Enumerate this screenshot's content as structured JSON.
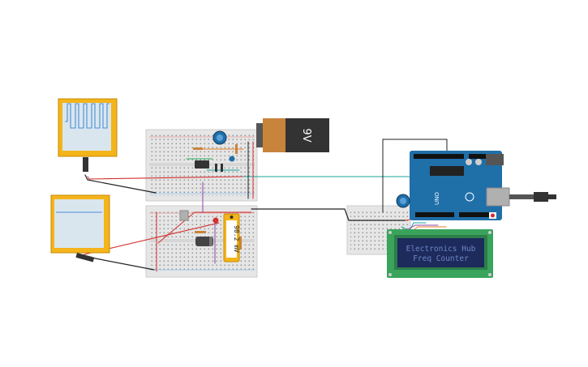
{
  "battery": {
    "label": "9V"
  },
  "multimeter": {
    "reading": "90.2 mV"
  },
  "arduino": {
    "brand": "UNO"
  },
  "lcd": {
    "line1": "Electronics Hub",
    "line2": "Freq Counter"
  },
  "colors": {
    "breadboard": "#e6e6e6",
    "scope_frame": "#f4b41a",
    "scope_screen": "#d9e6ee",
    "scope_trace": "#4a90d9",
    "arduino_board": "#1f6fa8",
    "lcd_board": "#3aa35c",
    "lcd_screen": "#1c2a5c",
    "lcd_text": "#6f86c7",
    "battery_body": "#333333",
    "battery_cap": "#c9843c",
    "wire_red": "#d32f2f",
    "wire_black": "#222222",
    "wire_teal": "#1aa39a",
    "wire_purple": "#8e44ad"
  }
}
